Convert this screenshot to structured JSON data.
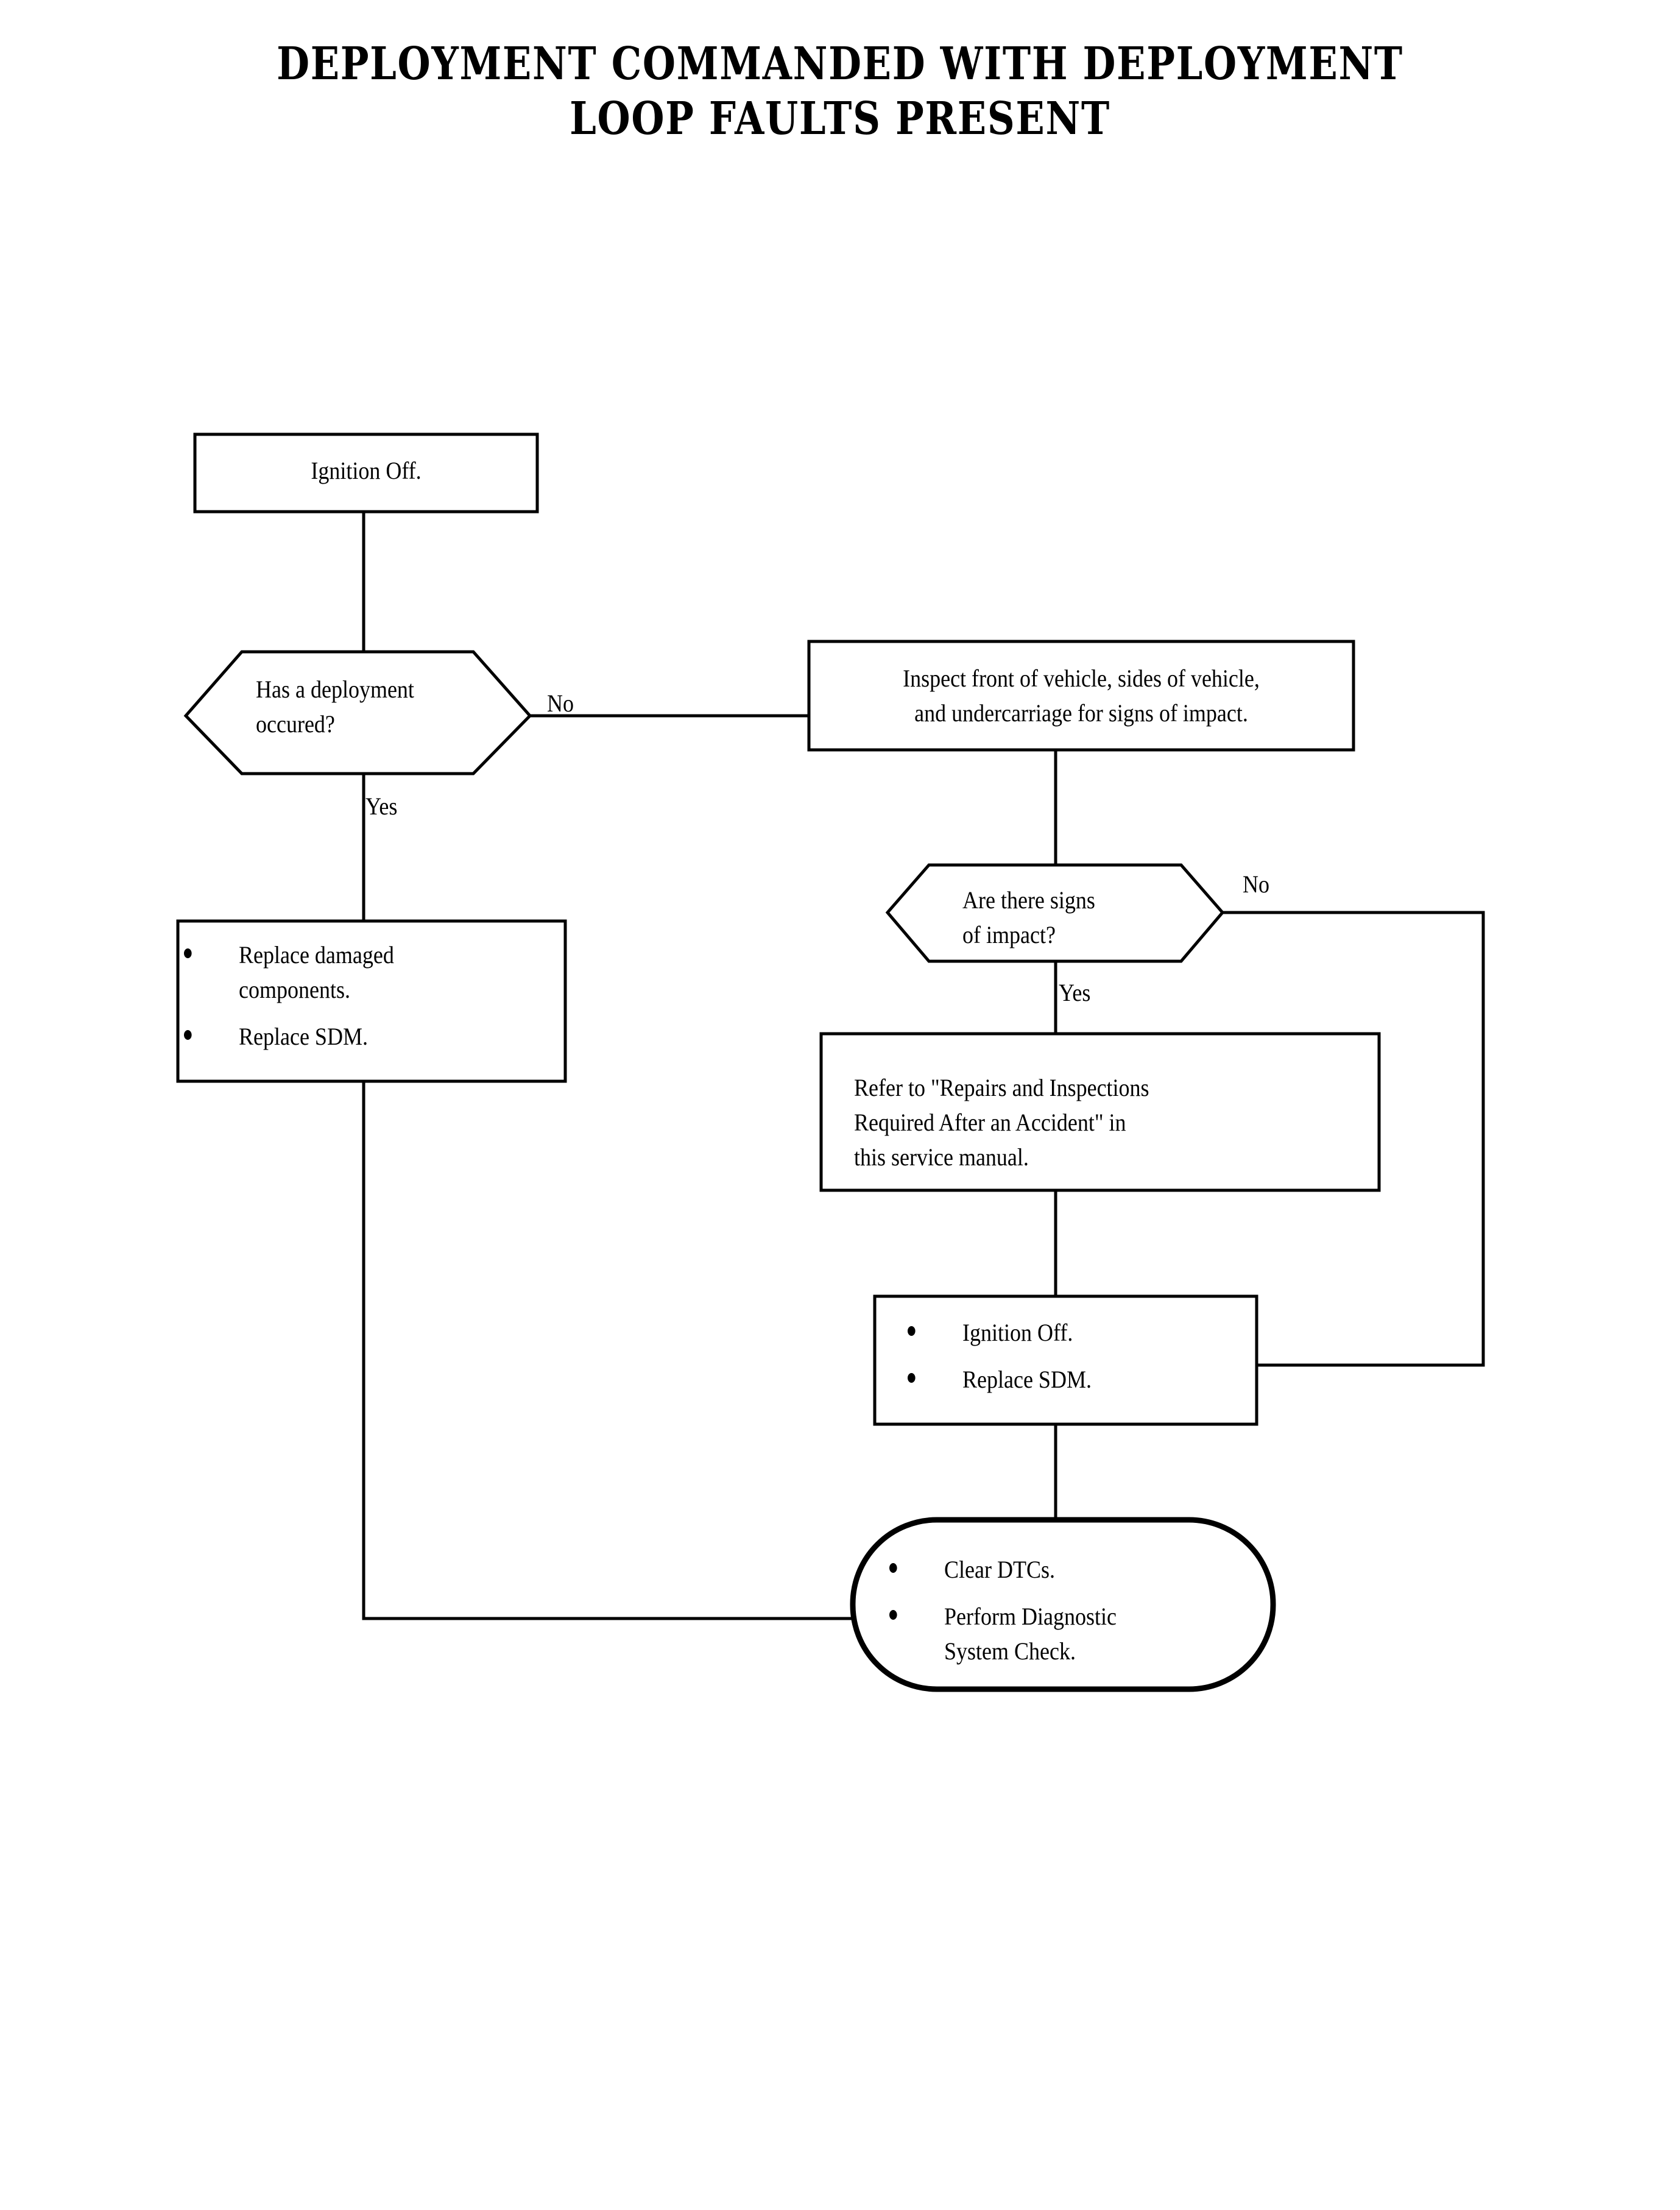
{
  "title": "DEPLOYMENT COMMANDED WITH DEPLOYMENT\nLOOP FAULTS PRESENT",
  "chart_data": {
    "type": "diagram",
    "diagram_kind": "flowchart",
    "title": "DEPLOYMENT COMMANDED WITH DEPLOYMENT LOOP FAULTS PRESENT",
    "nodes": [
      {
        "id": "start",
        "shape": "rectangle",
        "text": "Ignition Off."
      },
      {
        "id": "q1",
        "shape": "hexagon",
        "text": "Has a deployment\noccured?"
      },
      {
        "id": "inspect",
        "shape": "rectangle",
        "text": "Inspect front of vehicle, sides of vehicle,\nand undercarriage for signs of impact."
      },
      {
        "id": "q2",
        "shape": "hexagon",
        "text": "Are there signs\nof impact?"
      },
      {
        "id": "replace_damaged",
        "shape": "rectangle-bullets",
        "bullets": [
          "Replace damaged\ncomponents.",
          "Replace SDM."
        ]
      },
      {
        "id": "refer",
        "shape": "rectangle",
        "text": "Refer to \"Repairs and Inspections\nRequired After an Accident\" in\nthis service manual."
      },
      {
        "id": "ignition_replace",
        "shape": "rectangle-bullets",
        "bullets": [
          "Ignition Off.",
          "Replace SDM."
        ]
      },
      {
        "id": "terminal",
        "shape": "rounded-terminator",
        "bullets": [
          "Clear DTCs.",
          "Perform Diagnostic\nSystem Check."
        ]
      }
    ],
    "edges": [
      {
        "from": "start",
        "to": "q1",
        "label": ""
      },
      {
        "from": "q1",
        "to": "inspect",
        "label": "No"
      },
      {
        "from": "q1",
        "to": "replace_damaged",
        "label": "Yes"
      },
      {
        "from": "inspect",
        "to": "q2",
        "label": ""
      },
      {
        "from": "q2",
        "to": "refer",
        "label": "Yes"
      },
      {
        "from": "q2",
        "to": "ignition_replace",
        "label": "No"
      },
      {
        "from": "refer",
        "to": "ignition_replace",
        "label": ""
      },
      {
        "from": "ignition_replace",
        "to": "terminal",
        "label": ""
      },
      {
        "from": "replace_damaged",
        "to": "terminal",
        "label": ""
      }
    ]
  },
  "nodes": {
    "start": {
      "text": "Ignition Off."
    },
    "q1": {
      "text": "Has a deployment\noccured?"
    },
    "inspect": {
      "text": "Inspect front of vehicle, sides of vehicle,\nand undercarriage for signs of impact."
    },
    "q2": {
      "text": "Are there signs\nof impact?"
    },
    "replace_damaged": {
      "bullet1": "Replace damaged\ncomponents.",
      "bullet2": "Replace SDM."
    },
    "refer": {
      "text": "Refer to \"Repairs and Inspections\nRequired After an Accident\" in\nthis service manual."
    },
    "ignition_replace": {
      "bullet1": "Ignition Off.",
      "bullet2": "Replace SDM."
    },
    "terminal": {
      "bullet1": "Clear DTCs.",
      "bullet2": "Perform Diagnostic\nSystem Check."
    }
  },
  "edge_labels": {
    "q1_no": "No",
    "q1_yes": "Yes",
    "q2_no": "No",
    "q2_yes": "Yes"
  },
  "colors": {
    "background": "#ffffff",
    "stroke": "#000000",
    "text": "#000000"
  }
}
